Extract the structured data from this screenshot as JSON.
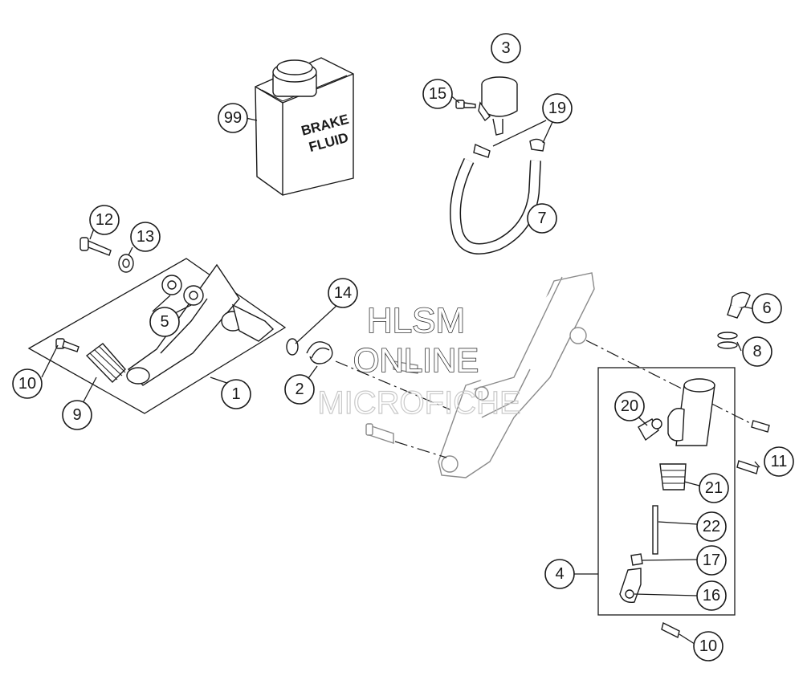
{
  "watermark": {
    "line1": "HLSM",
    "line2": "ONLINE",
    "line3": "MICROFICHE"
  },
  "can_label": {
    "line1": "BRAKE",
    "line2": "FLUID"
  },
  "callouts": {
    "c1": "1",
    "c2": "2",
    "c3": "3",
    "c4": "4",
    "c5": "5",
    "c6": "6",
    "c7": "7",
    "c8": "8",
    "c9": "9",
    "c10a": "10",
    "c10b": "10",
    "c11": "11",
    "c12": "12",
    "c13": "13",
    "c14": "14",
    "c15": "15",
    "c16": "16",
    "c17": "17",
    "c19": "19",
    "c20": "20",
    "c21": "21",
    "c22": "22",
    "c99": "99"
  }
}
